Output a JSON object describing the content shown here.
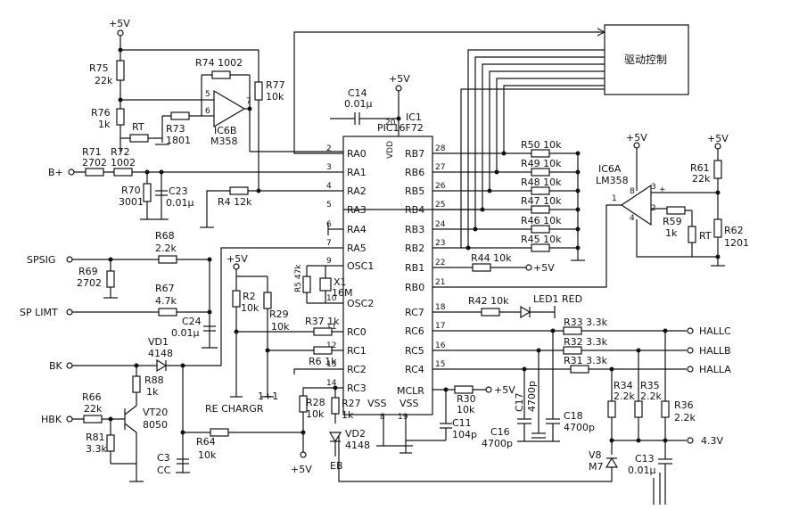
{
  "vcc": "+5V",
  "drive_block": "驱动控制",
  "ic1": {
    "ref": "IC1",
    "part": "PIC16F72",
    "vdd": "VDD",
    "vdd_pin": "20",
    "mclr": "MCLR",
    "vss": "VSS",
    "vss_pins": [
      "8",
      "19"
    ]
  },
  "left_pins": [
    {
      "num": "2",
      "name": "RA0"
    },
    {
      "num": "3",
      "name": "RA1"
    },
    {
      "num": "4",
      "name": "RA2"
    },
    {
      "num": "5",
      "name": "RA3"
    },
    {
      "num": "6",
      "name": "RA4"
    },
    {
      "num": "7",
      "name": "RA5"
    },
    {
      "num": "9",
      "name": "OSC1"
    },
    {
      "num": "10",
      "name": "OSC2"
    },
    {
      "num": "11",
      "name": "RC0"
    },
    {
      "num": "12",
      "name": "RC1"
    },
    {
      "num": "13",
      "name": "RC2"
    },
    {
      "num": "14",
      "name": "RC3"
    }
  ],
  "right_pins": [
    {
      "num": "28",
      "name": "RB7"
    },
    {
      "num": "27",
      "name": "RB6"
    },
    {
      "num": "26",
      "name": "RB5"
    },
    {
      "num": "25",
      "name": "RB4"
    },
    {
      "num": "24",
      "name": "RB3"
    },
    {
      "num": "23",
      "name": "RB2"
    },
    {
      "num": "22",
      "name": "RB1"
    },
    {
      "num": "21",
      "name": "RB0"
    },
    {
      "num": "18",
      "name": "RC7"
    },
    {
      "num": "17",
      "name": "RC6"
    },
    {
      "num": "16",
      "name": "RC5"
    },
    {
      "num": "15",
      "name": "RC4"
    }
  ],
  "inputs": {
    "bplus": "B+",
    "spsig": "SPSIG",
    "splimt": "SP LIMT",
    "bk": "BK",
    "hbk": "HBK"
  },
  "outputs": {
    "hallc": "HALLC",
    "hallb": "HALLB",
    "halla": "HALLA",
    "v43": "4.3V"
  },
  "labels": {
    "r75": "R75",
    "r75v": "22k",
    "r76": "R76",
    "r76v": "1k",
    "rt": "RT",
    "r74": "R74 1002",
    "r73": "R73",
    "r73v": "1801",
    "r77": "R77",
    "r77v": "10k",
    "ic6b": "IC6B",
    "ic6b_part": "M358",
    "p5": "5",
    "p6": "6",
    "p7": "7",
    "c14": "C14",
    "c14v": "0.01μ",
    "r71": "R71",
    "r71v": "2702",
    "r72": "R72",
    "r72v": "1002",
    "r70": "R70",
    "r70v": "3001",
    "c23": "C23",
    "c23v": "0.01μ",
    "r4": "R4 12k",
    "r68": "R68",
    "r68v": "2.2k",
    "r69": "R69",
    "r69v": "2702",
    "r67": "R67",
    "r67v": "4.7k",
    "c24": "C24",
    "c24v": "0.01μ",
    "r5": "R5 47k",
    "x1": "X1",
    "x1v": "16M",
    "r2": "R2",
    "r2v": "10k",
    "r29": "R29",
    "r29v": "10k",
    "r37": "R37 1k",
    "r6": "R6 1k",
    "rechgr": "RE CHARGR",
    "onep1": "1+1",
    "vd1": "VD1",
    "vd1v": "4148",
    "r88": "R88",
    "r88v": "1k",
    "r66": "R66",
    "r66v": "22k",
    "vt20": "VT20",
    "vt20v": "8050",
    "r81": "R81",
    "r81v": "3.3k",
    "c3": "C3",
    "c3v": "CC",
    "r64": "R64",
    "r64v": "10k",
    "r28": "R28",
    "r28v": "10k",
    "r27": "R27",
    "r27v": "1k",
    "vd2": "VD2",
    "vd2v": "4148",
    "eb": "EB",
    "r30": "R30",
    "r30v": "10k",
    "c11": "C11",
    "c11v": "104p",
    "r50": "R50 10k",
    "r49": "R49 10k",
    "r48": "R48 10k",
    "r47": "R47 10k",
    "r46": "R46 10k",
    "r45": "R45 10k",
    "r44": "R44 10k",
    "r42": "R42 10k",
    "led1": "LED1 RED",
    "ic6a": "IC6A",
    "ic6a_part": "LM358",
    "p8": "8",
    "p1": "1",
    "p3": "3",
    "p2": "2",
    "p4": "4",
    "r61": "R61",
    "r61v": "22k",
    "r59": "R59",
    "r59v": "1k",
    "rt2": "RT",
    "r62": "R62",
    "r62v": "1201",
    "r33": "R33 3.3k",
    "r32": "R32 3.3k",
    "r31": "R31 3.3k",
    "c17": "C17",
    "c17v": "4700p",
    "c18": "C18",
    "c18v": "4700p",
    "c16": "C16",
    "c16v": "4700p",
    "r34": "R34",
    "r34v": "2.2k",
    "r35": "R35",
    "r35v": "2.2k",
    "r36": "R36",
    "r36v": "2.2k",
    "v8": "V8",
    "v8v": "M7",
    "c13": "C13",
    "c13v": "0.01μ"
  }
}
